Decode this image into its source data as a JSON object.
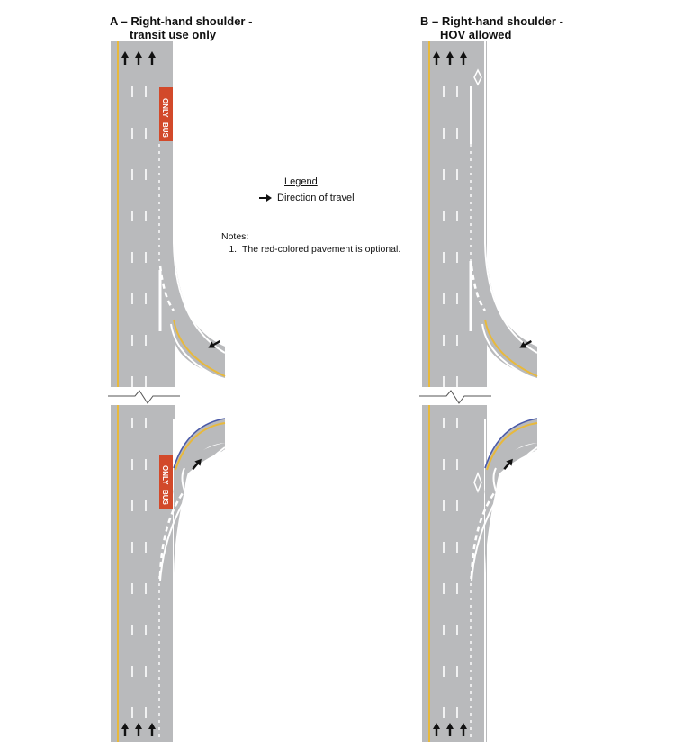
{
  "panels": [
    {
      "letter": "A",
      "dash": "–",
      "title_line1": "Right-hand shoulder -",
      "title_line2": "transit use only",
      "marking": "bus-only"
    },
    {
      "letter": "B",
      "dash": "–",
      "title_line1": "Right-hand shoulder -",
      "title_line2": "HOV allowed",
      "marking": "diamond"
    }
  ],
  "legend": {
    "heading": "Legend",
    "items": [
      {
        "icon": "arrow-right-icon",
        "label": "Direction of travel"
      }
    ]
  },
  "notes": {
    "heading": "Notes:",
    "items": [
      "The red-colored pavement is optional."
    ]
  },
  "pavement_word_top": "ONLY",
  "pavement_word_bottom": "BUS",
  "colors": {
    "pavement": "#b9babc",
    "lane_line": "#ffffff",
    "edge_yellow": "#e8b93c",
    "bus_lane": "#d2492a",
    "arrow": "#111111",
    "merge_edge_blue": "#4a5aa8"
  }
}
